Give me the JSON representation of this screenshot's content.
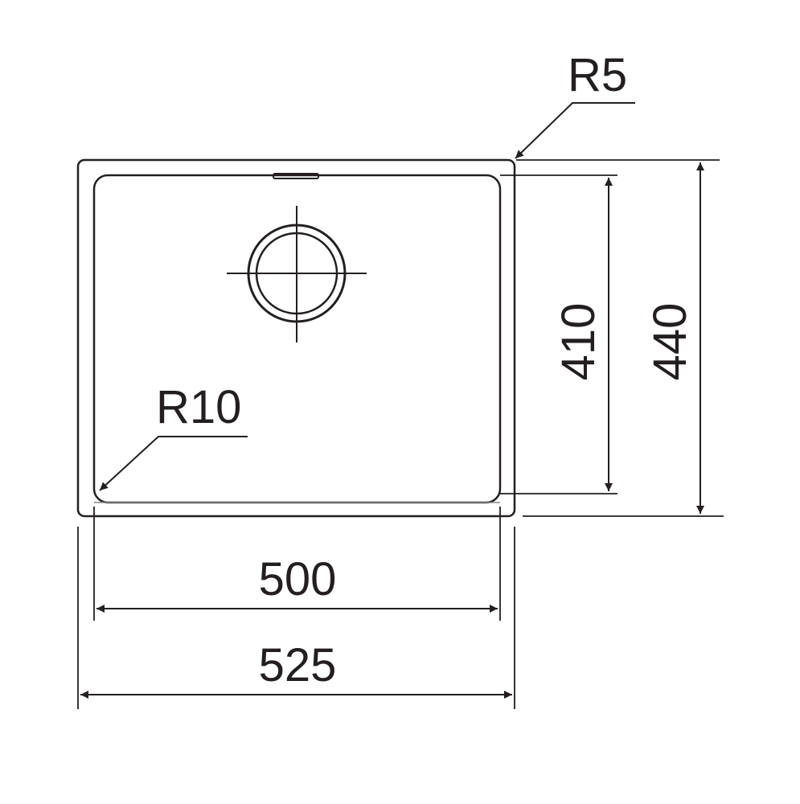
{
  "drawing": {
    "labels": {
      "outer_corner_radius": "R5",
      "inner_corner_radius": "R10",
      "inner_depth": "410",
      "outer_depth": "440",
      "inner_width": "500",
      "outer_width": "525"
    },
    "colors": {
      "line": "#231f20",
      "background": "#ffffff"
    }
  }
}
